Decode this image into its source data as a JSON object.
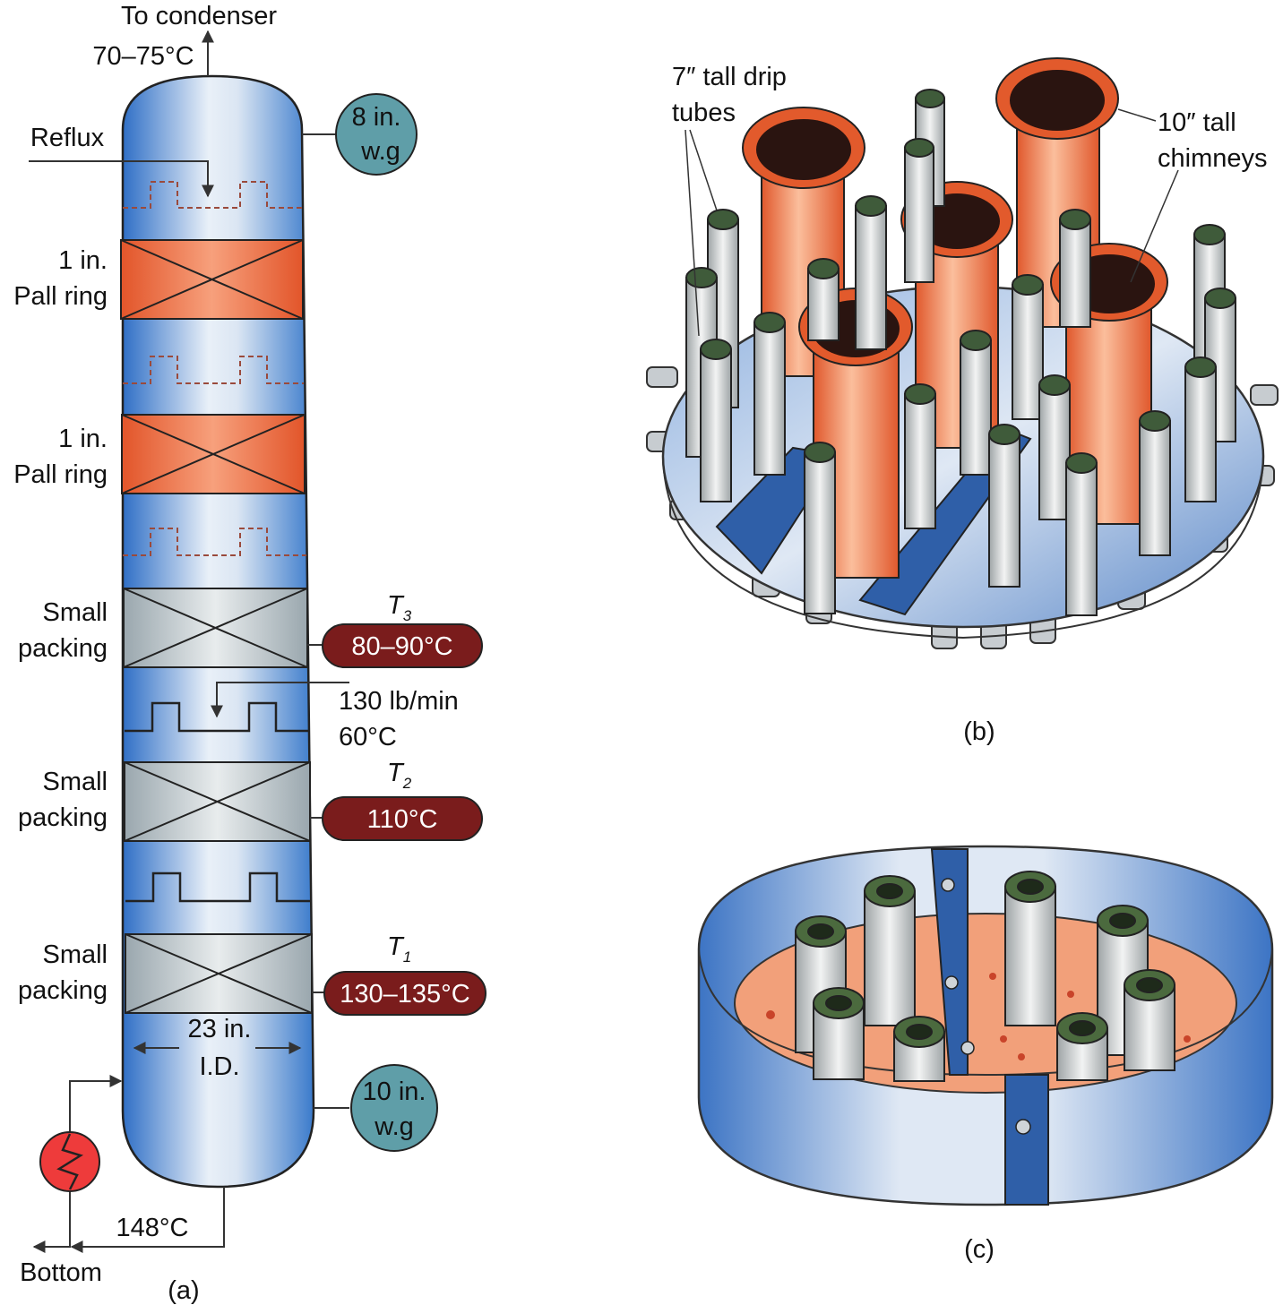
{
  "panel_a": {
    "caption": "(a)",
    "top_vapor": {
      "line1": "To condenser",
      "line2": "70–75°C"
    },
    "reflux": "Reflux",
    "top_pressure": {
      "line1": "8 in.",
      "line2": "w.g"
    },
    "bottom_pressure": {
      "line1": "10 in.",
      "line2": "w.g"
    },
    "beds": [
      {
        "line1": "1 in.",
        "line2": "Pall ring"
      },
      {
        "line1": "1 in.",
        "line2": "Pall ring"
      },
      {
        "line1": "Small",
        "line2": "packing"
      },
      {
        "line1": "Small",
        "line2": "packing"
      },
      {
        "line1": "Small",
        "line2": "packing"
      }
    ],
    "temps": [
      {
        "symbol": "T",
        "sub": "3",
        "value": "80–90°C"
      },
      {
        "symbol": "T",
        "sub": "2",
        "value": "110°C"
      },
      {
        "symbol": "T",
        "sub": "1",
        "value": "130–135°C"
      }
    ],
    "feed": {
      "line1": "130 lb/min",
      "line2": "60°C"
    },
    "diameter": {
      "line1": "23 in.",
      "line2": "I.D."
    },
    "bottom_temp": "148°C",
    "bottom": "Bottom"
  },
  "panel_b": {
    "caption": "(b)",
    "drip_tubes": {
      "line1": "7″ tall drip",
      "line2": "tubes"
    },
    "chimneys": {
      "line1": "10″ tall",
      "line2": "chimneys"
    }
  },
  "panel_c": {
    "caption": "(c)"
  },
  "colors": {
    "column_blue": "#3f7fd0",
    "pall_ring": "#e8663a",
    "packing_gray": "#b8c0c4",
    "badge_red": "#7a1c1c",
    "gauge_teal": "#5f9ea8"
  }
}
